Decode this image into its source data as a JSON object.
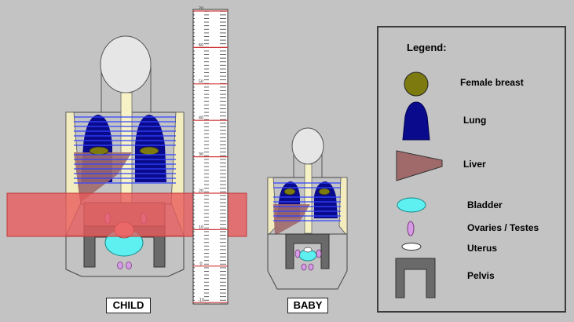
{
  "ruler": {
    "labels": [
      "70",
      "60",
      "50",
      "40",
      "30",
      "20",
      "10",
      "0",
      "-10"
    ]
  },
  "captions": {
    "child": "CHILD",
    "baby": "BABY"
  },
  "legend": {
    "title": "Legend:",
    "items": [
      {
        "icon": "female-breast-icon",
        "label": "Female breast"
      },
      {
        "icon": "lung-icon",
        "label": "Lung"
      },
      {
        "icon": "liver-icon",
        "label": "Liver"
      },
      {
        "icon": "bladder-icon",
        "label": "Bladder"
      },
      {
        "icon": "ovaries-testes-icon",
        "label": "Ovaries / Testes"
      },
      {
        "icon": "uterus-icon",
        "label": "Uterus"
      },
      {
        "icon": "pelvis-icon",
        "label": "Pelvis"
      }
    ]
  },
  "colors": {
    "background": "#c3c3c3",
    "breast": "#7d7a10",
    "lung": "#0a0a8c",
    "liver": "#a16a6a",
    "bladder": "#5ef0f0",
    "ovaries": "#d59be6",
    "pelvis": "#6a6a6a",
    "beam": "#e8585a",
    "ruler_line": "#d03a3a"
  }
}
